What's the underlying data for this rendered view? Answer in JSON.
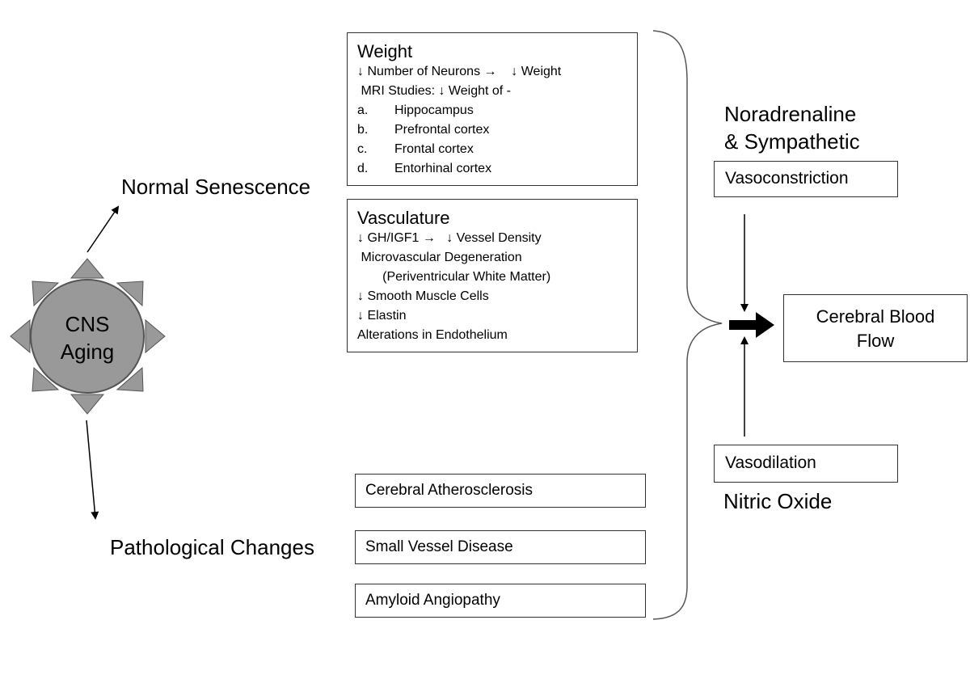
{
  "cns": {
    "line1": "CNS",
    "line2": "Aging"
  },
  "normal_senescence": "Normal Senescence",
  "pathological_changes": "Pathological Changes",
  "weight_box": {
    "title": "Weight",
    "line1": "↓ Number of Neurons →    ↓ Weight",
    "line2": " MRI Studies: ↓ Weight of -",
    "items": [
      {
        "letter": "a.",
        "text": "Hippocampus"
      },
      {
        "letter": "b.",
        "text": "Prefrontal cortex"
      },
      {
        "letter": "c.",
        "text": "Frontal cortex"
      },
      {
        "letter": "d.",
        "text": "Entorhinal cortex"
      }
    ]
  },
  "vasculature_box": {
    "title": "Vasculature",
    "lines": [
      "↓ GH/IGF1 →   ↓ Vessel Density",
      " Microvascular Degeneration",
      "       (Periventricular White Matter)",
      "↓ Smooth Muscle Cells",
      "↓ Elastin",
      "Alterations in Endothelium"
    ]
  },
  "pathology_boxes": [
    "Cerebral Atherosclerosis",
    "Small Vessel Disease",
    "Amyloid Angiopathy"
  ],
  "noradrenaline": {
    "line1": "Noradrenaline",
    "line2": "& Sympathetic"
  },
  "vasoconstriction": "Vasoconstriction",
  "vasodilation": "Vasodilation",
  "nitric_oxide": "Nitric Oxide",
  "cerebral_blood_flow": {
    "line1": "Cerebral Blood",
    "line2": "Flow"
  },
  "colors": {
    "circle_fill": "#999999",
    "triangle_fill": "#999999",
    "stroke": "#555555"
  }
}
